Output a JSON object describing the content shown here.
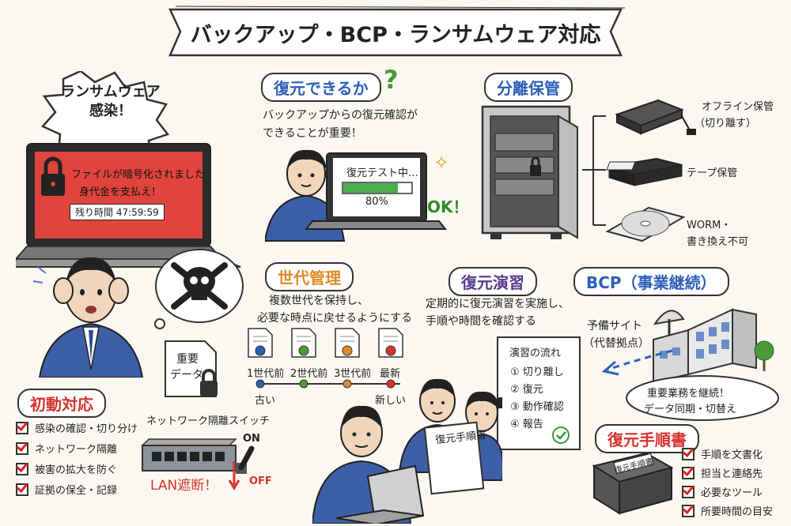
{
  "title": "バックアップ・BCP・ランサムウェア対応",
  "infection": {
    "badge_line1": "ランサムウェア",
    "badge_line2": "感染！",
    "screen_line1": "ファイルが暗号化されました",
    "screen_line2": "身代金を支払え！",
    "timer": "残り時間 47:59:59"
  },
  "file_note": {
    "line1": "重要",
    "line2": "データ"
  },
  "initial_response": {
    "title": "初動対応",
    "items": [
      "感染の確認・切り分け",
      "ネットワーク隔離",
      "被害の拡大を防ぐ",
      "証拠の保全・記録"
    ]
  },
  "switch": {
    "label": "ネットワーク隔離スイッチ",
    "on": "ON",
    "off": "OFF",
    "lan_cut": "LAN遮断！"
  },
  "restore_check": {
    "title": "復元できるか",
    "line1": "バックアップからの復元確認が",
    "line2": "できることが重要！",
    "screen_label": "復元テスト中…",
    "progress_text": "80%",
    "progress": 0.8,
    "ok": "OK！"
  },
  "separate_storage": {
    "title": "分離保管",
    "offline_line1": "オフライン保管",
    "offline_line2": "（切り離す）",
    "tape": "テープ保管",
    "worm_line1": "WORM・",
    "worm_line2": "書き換え不可"
  },
  "generation": {
    "title": "世代管理",
    "line1": "複数世代を保持し、",
    "line2": "必要な時点に戻せるようにする",
    "labels": [
      "1世代前",
      "2世代前",
      "3世代前",
      "最新"
    ],
    "old": "古い",
    "new": "新しい"
  },
  "drill": {
    "title": "復元演習",
    "line1": "定期的に復元演習を実施し、",
    "line2": "手順や時間を確認する",
    "flow_title": "演習の流れ",
    "flow": [
      "① 切り離し",
      "② 復元",
      "③ 動作確認",
      "④ 報告"
    ],
    "sheet": "復元手順書"
  },
  "bcp": {
    "title": "BCP（事業継続）",
    "site_line1": "予備サイト",
    "site_line2": "（代替拠点）",
    "bubble_line1": "重要業務を継続！",
    "bubble_line2": "データ同期・切替え"
  },
  "manual": {
    "title": "復元手順書",
    "book": "復元手順書",
    "items": [
      "手順を文書化",
      "担当と連絡先",
      "必要なツール",
      "所要時間の目安"
    ]
  },
  "colors": {
    "red": "#d6322e",
    "blue": "#2c5fb8",
    "orange": "#e08a2a",
    "green": "#4a9a3a",
    "purple": "#5a3a8a"
  }
}
